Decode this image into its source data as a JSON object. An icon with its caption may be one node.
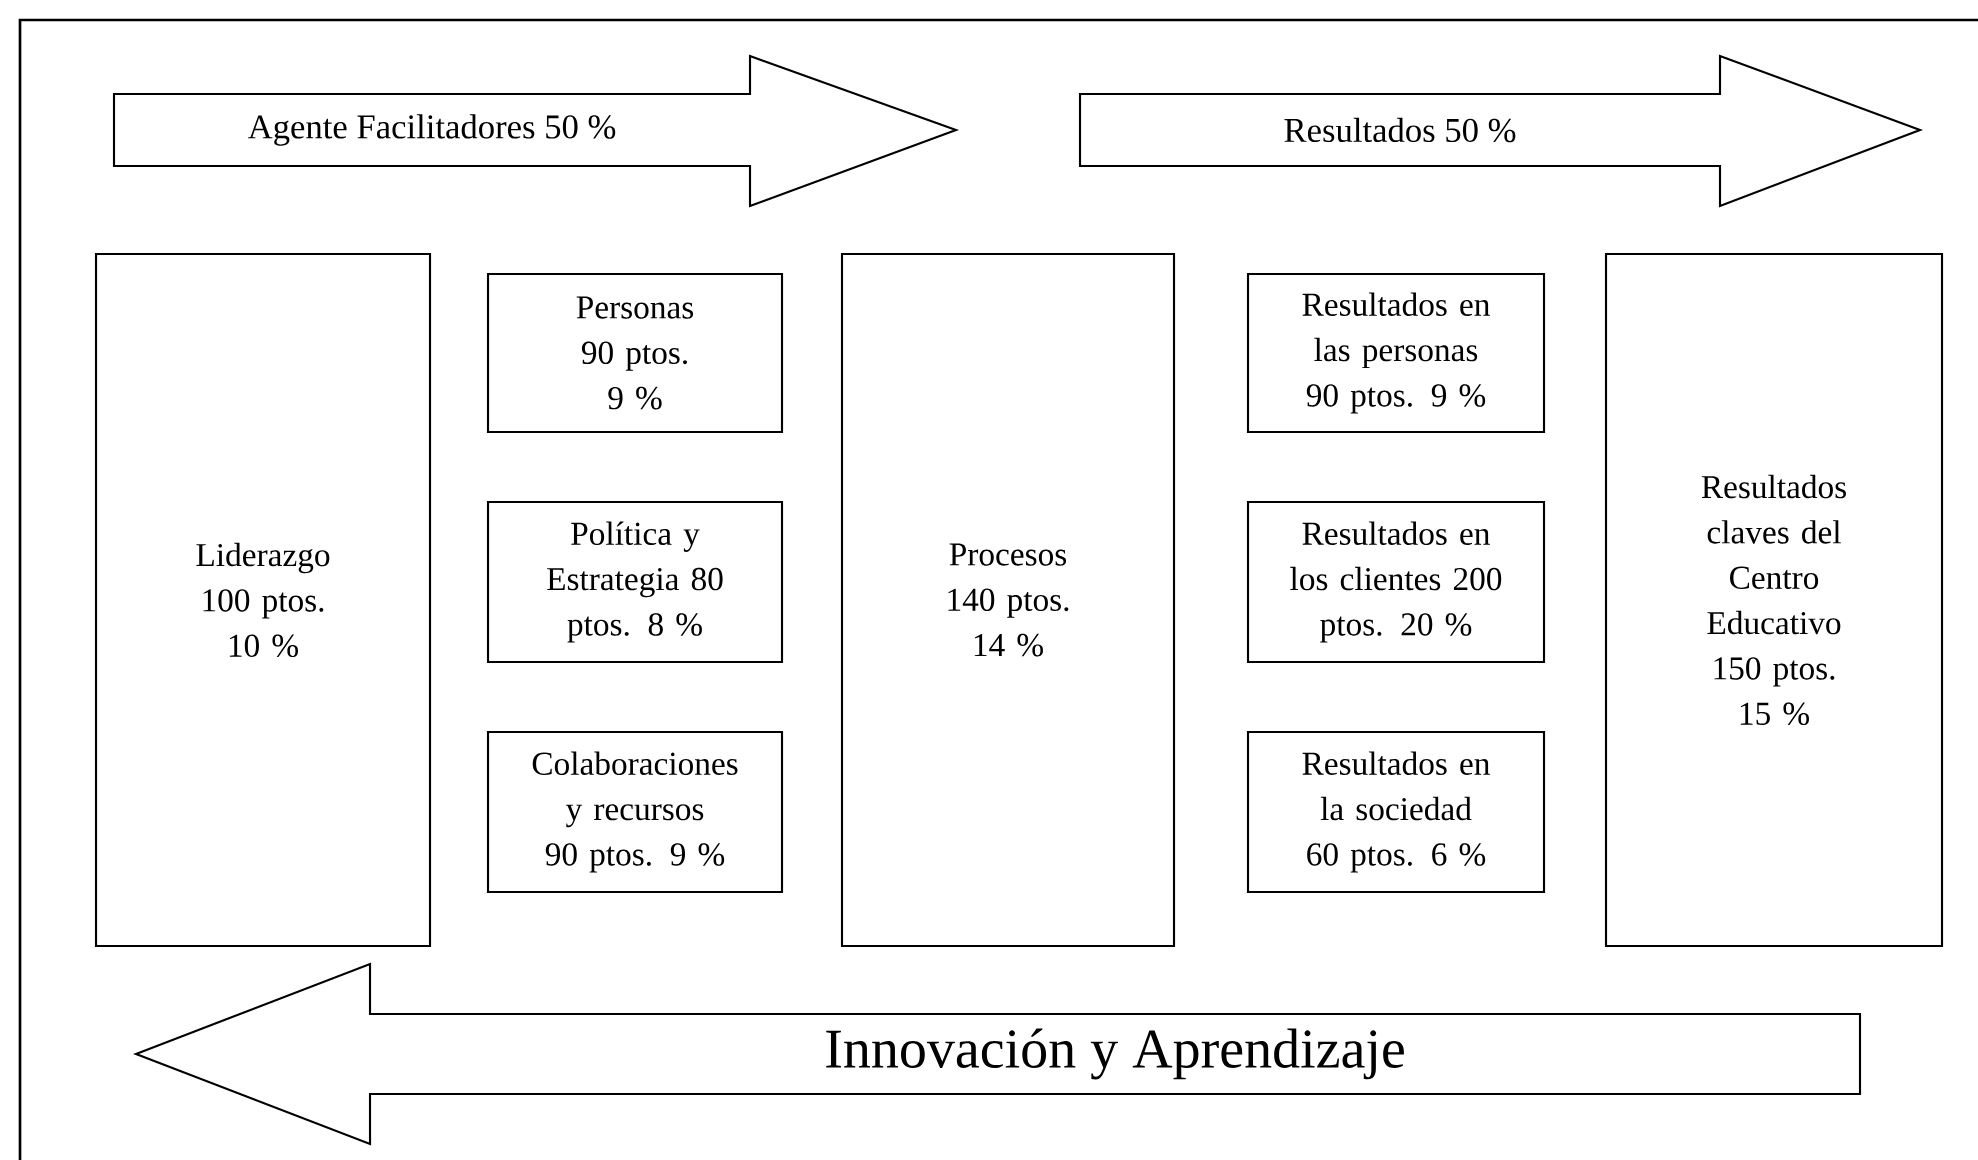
{
  "diagram": {
    "nodes": [
      {
        "text": [
          "Agente Facilitadores 50 %"
        ]
      },
      {
        "text": [
          "Resultados 50 %"
        ]
      },
      {
        "text": [
          "Liderazgo 100 ptos. 10 %"
        ]
      },
      {
        "text": [
          "Personas 90 ptos. 9 %"
        ]
      },
      {
        "text": [
          "Política y Estrategia 80 ptos. 8 %"
        ]
      },
      {
        "text": [
          "Colaboraciones y recursos 90 ptos. 9 %"
        ]
      },
      {
        "text": [
          "Procesos 140 ptos. 14 %"
        ]
      },
      {
        "text": [
          "Resultados en las personas 90 ptos. 9 %"
        ]
      },
      {
        "text": [
          "Resultados en los clientes 200 ptos. 20 %"
        ]
      },
      {
        "text": [
          "Resultados en la sociedad 60 ptos. 6 %"
        ]
      },
      {
        "text": [
          "Resultados claves del Centro Educativo 150 ptos. 15 %"
        ]
      },
      {
        "text": [
          "Innovación y Aprendizaje"
        ]
      }
    ]
  }
}
